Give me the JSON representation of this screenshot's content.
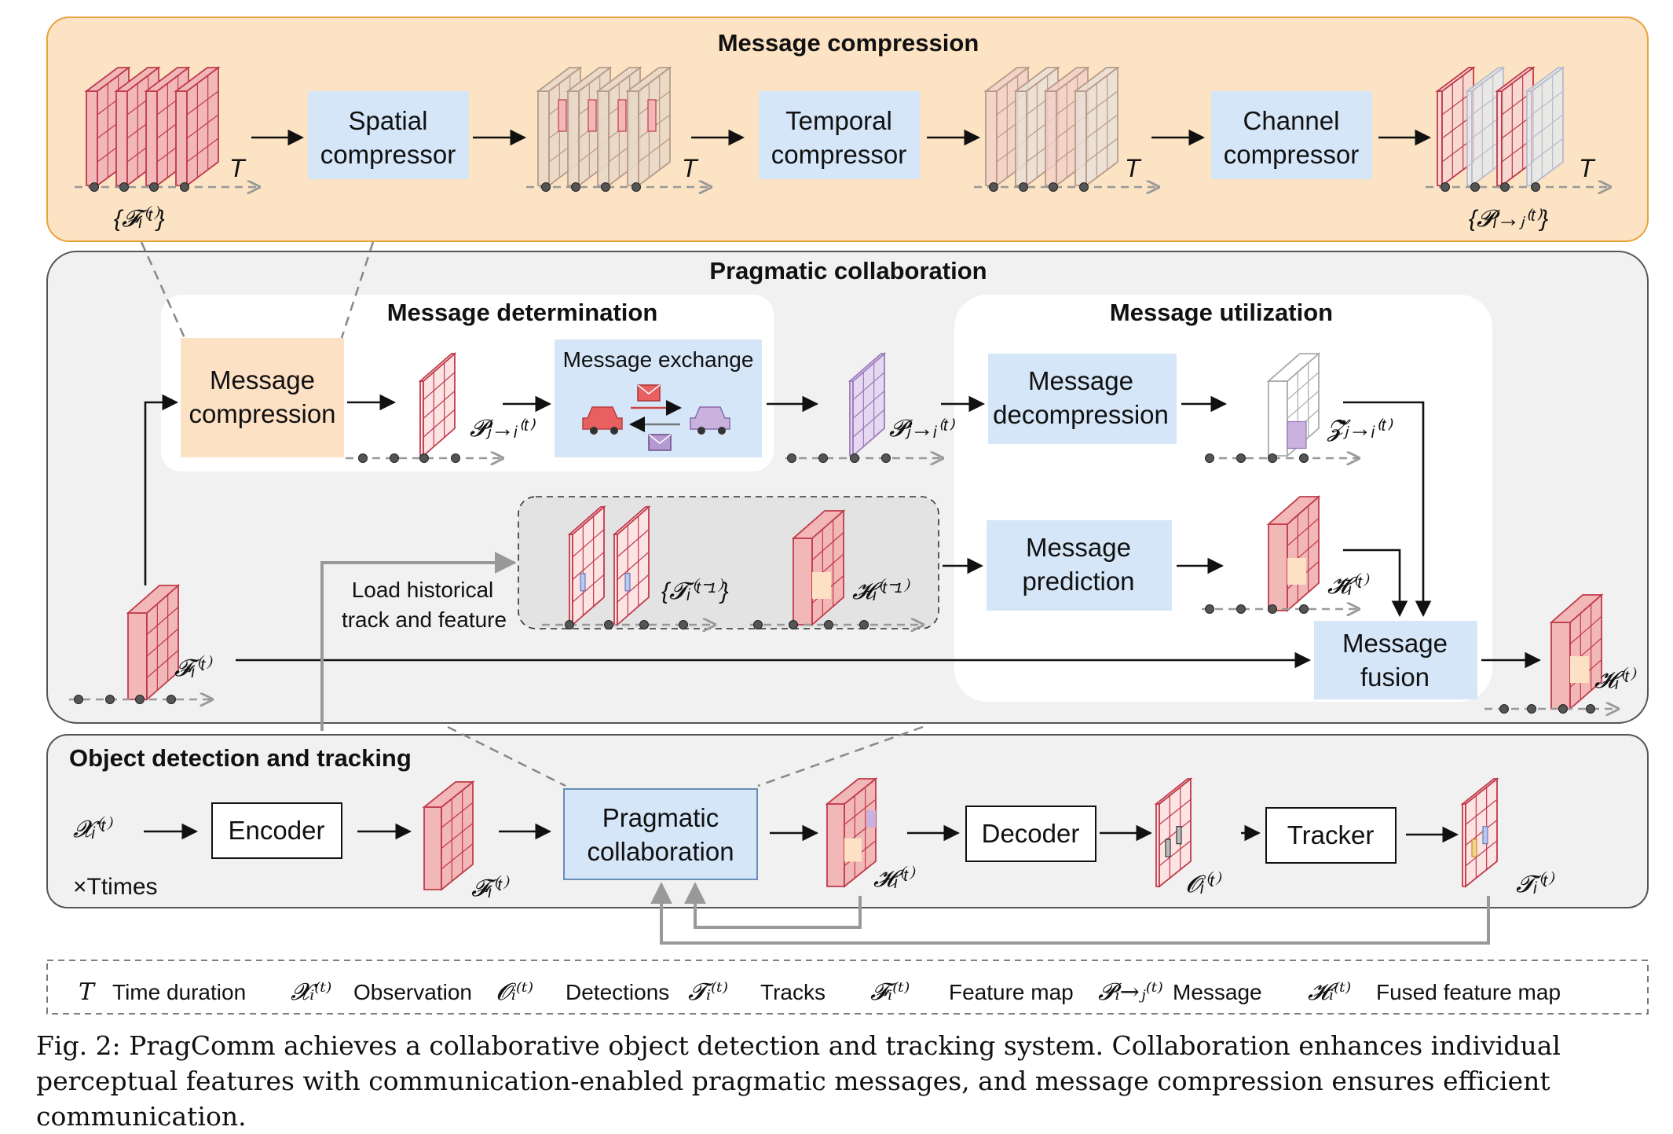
{
  "sections": {
    "compression_title": "Message compression",
    "pragmatic_title": "Pragmatic collaboration",
    "determination_title": "Message determination",
    "utilization_title": "Message utilization",
    "detection_title": "Object detection and tracking"
  },
  "compression_row": {
    "spatial": [
      "Spatial",
      "compressor"
    ],
    "temporal": [
      "Temporal",
      "compressor"
    ],
    "channel": [
      "Channel",
      "compressor"
    ],
    "time_symbol": "T",
    "input_label": "{𝓕ᵢ⁽ᵗ⁾}",
    "output_label": "{𝓟ᵢ→ⱼ⁽ᵗ⁾}"
  },
  "pragmatic_row": {
    "msg_compression": [
      "Message",
      "compression"
    ],
    "msg_exchange": "Message exchange",
    "msg_decompression": [
      "Message",
      "decompression"
    ],
    "msg_prediction": [
      "Message",
      "prediction"
    ],
    "msg_fusion": [
      "Message",
      "fusion"
    ],
    "load_history": [
      "Load historical",
      "track and feature"
    ],
    "p_j_to_i": "𝓟ⱼ→ᵢ⁽ᵗ⁾",
    "z_hat": "𝓩̂ⱼ→ᵢ⁽ᵗ⁾",
    "h_bar": "𝓗̄ᵢ⁽ᵗ⁾",
    "tracks_prev": "{𝓣ᵢ⁽ᵗ⁻¹⁾}",
    "h_prev": "𝓗ᵢ⁽ᵗ⁻¹⁾",
    "f_i": "𝓕ᵢ⁽ᵗ⁾",
    "h_i": "𝓗ᵢ⁽ᵗ⁾"
  },
  "detection_row": {
    "x_i": "𝓧ᵢ⁽ᵗ⁾",
    "times": "×Ttimes",
    "encoder": "Encoder",
    "pragmatic": [
      "Pragmatic",
      "collaboration"
    ],
    "decoder": "Decoder",
    "tracker": "Tracker",
    "f_i": "𝓕ᵢ⁽ᵗ⁾",
    "h_i": "𝓗ᵢ⁽ᵗ⁾",
    "o_i": "𝓞ᵢ⁽ᵗ⁾",
    "t_i": "𝓣ᵢ⁽ᵗ⁾"
  },
  "legend": [
    {
      "symbol": "T",
      "label": "Time duration"
    },
    {
      "symbol": "𝓧ᵢ⁽ᵗ⁾",
      "label": "Observation"
    },
    {
      "symbol": "𝓞ᵢ⁽ᵗ⁾",
      "label": "Detections"
    },
    {
      "symbol": "𝓣ᵢ⁽ᵗ⁾",
      "label": "Tracks"
    },
    {
      "symbol": "𝓕ᵢ⁽ᵗ⁾",
      "label": "Feature map"
    },
    {
      "symbol": "𝓟ᵢ→ⱼ⁽ᵗ⁾",
      "label": "Message"
    },
    {
      "symbol": "𝓗ᵢ⁽ᵗ⁾",
      "label": "Fused feature map"
    }
  ],
  "caption": "Fig. 2: PragComm achieves a collaborative object detection and tracking system. Collaboration enhances individual perceptual features with communication-enabled pragmatic messages, and message compression ensures efficient communication.",
  "colors": {
    "compression_bg": "#fbe3c4",
    "compression_border": "#e8a33b",
    "panel_bg": "#f1f1f1",
    "module_blue": "#d5e6f9",
    "module_orange": "#fde1c4",
    "feature_red": "#f2b7b7",
    "message_purple": "#c9b2dd"
  }
}
